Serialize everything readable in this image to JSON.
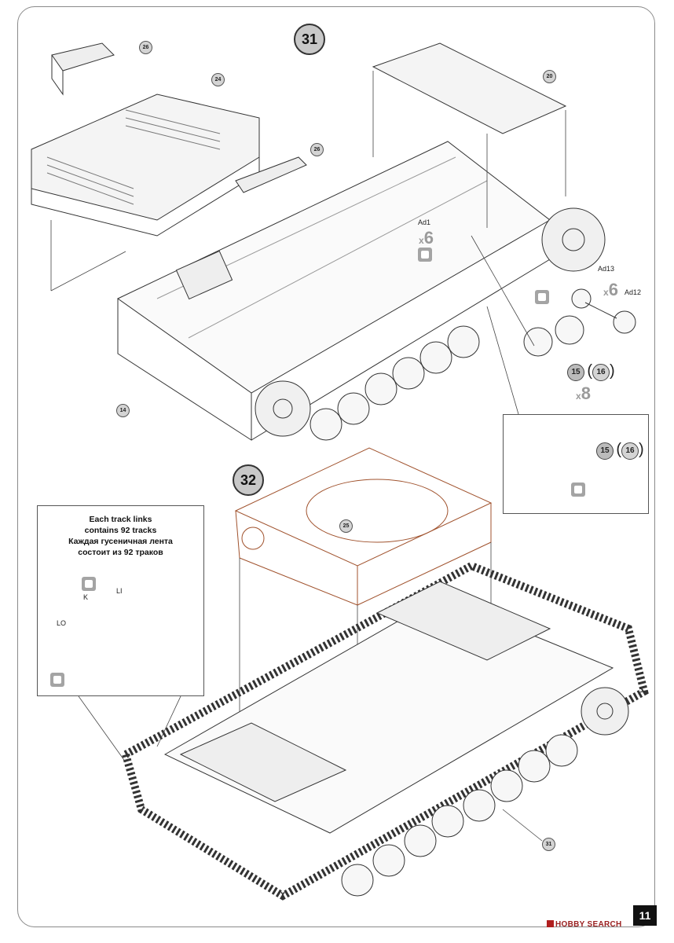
{
  "steps": {
    "step31": "31",
    "step32": "32"
  },
  "parts": {
    "p26a": "26",
    "p24": "24",
    "p26b": "26",
    "p20": "20",
    "p14": "14",
    "p25": "25",
    "p31": "31"
  },
  "labels": {
    "ad1": "Ad1",
    "ad13": "Ad13",
    "ad12": "Ad12",
    "li": "LI",
    "k": "K",
    "lo": "LO"
  },
  "qty": {
    "ad1_qty": "6",
    "ad13_qty": "6",
    "wheels_qty": "8",
    "times": "x"
  },
  "wheel_ref": {
    "main": "15",
    "alt": "16",
    "inset_main": "15",
    "inset_alt": "16"
  },
  "track_note": {
    "line1": "Each track links",
    "line2": "contains 92 tracks",
    "line3": "Каждая гусеничная лента",
    "line4": "состоит из 92 траков"
  },
  "page_number": "11",
  "watermark": "HOBBY SEARCH",
  "colors": {
    "line": "#333333",
    "turret_outline": "#a0522d",
    "callout_fill": "#d4d4d4"
  }
}
